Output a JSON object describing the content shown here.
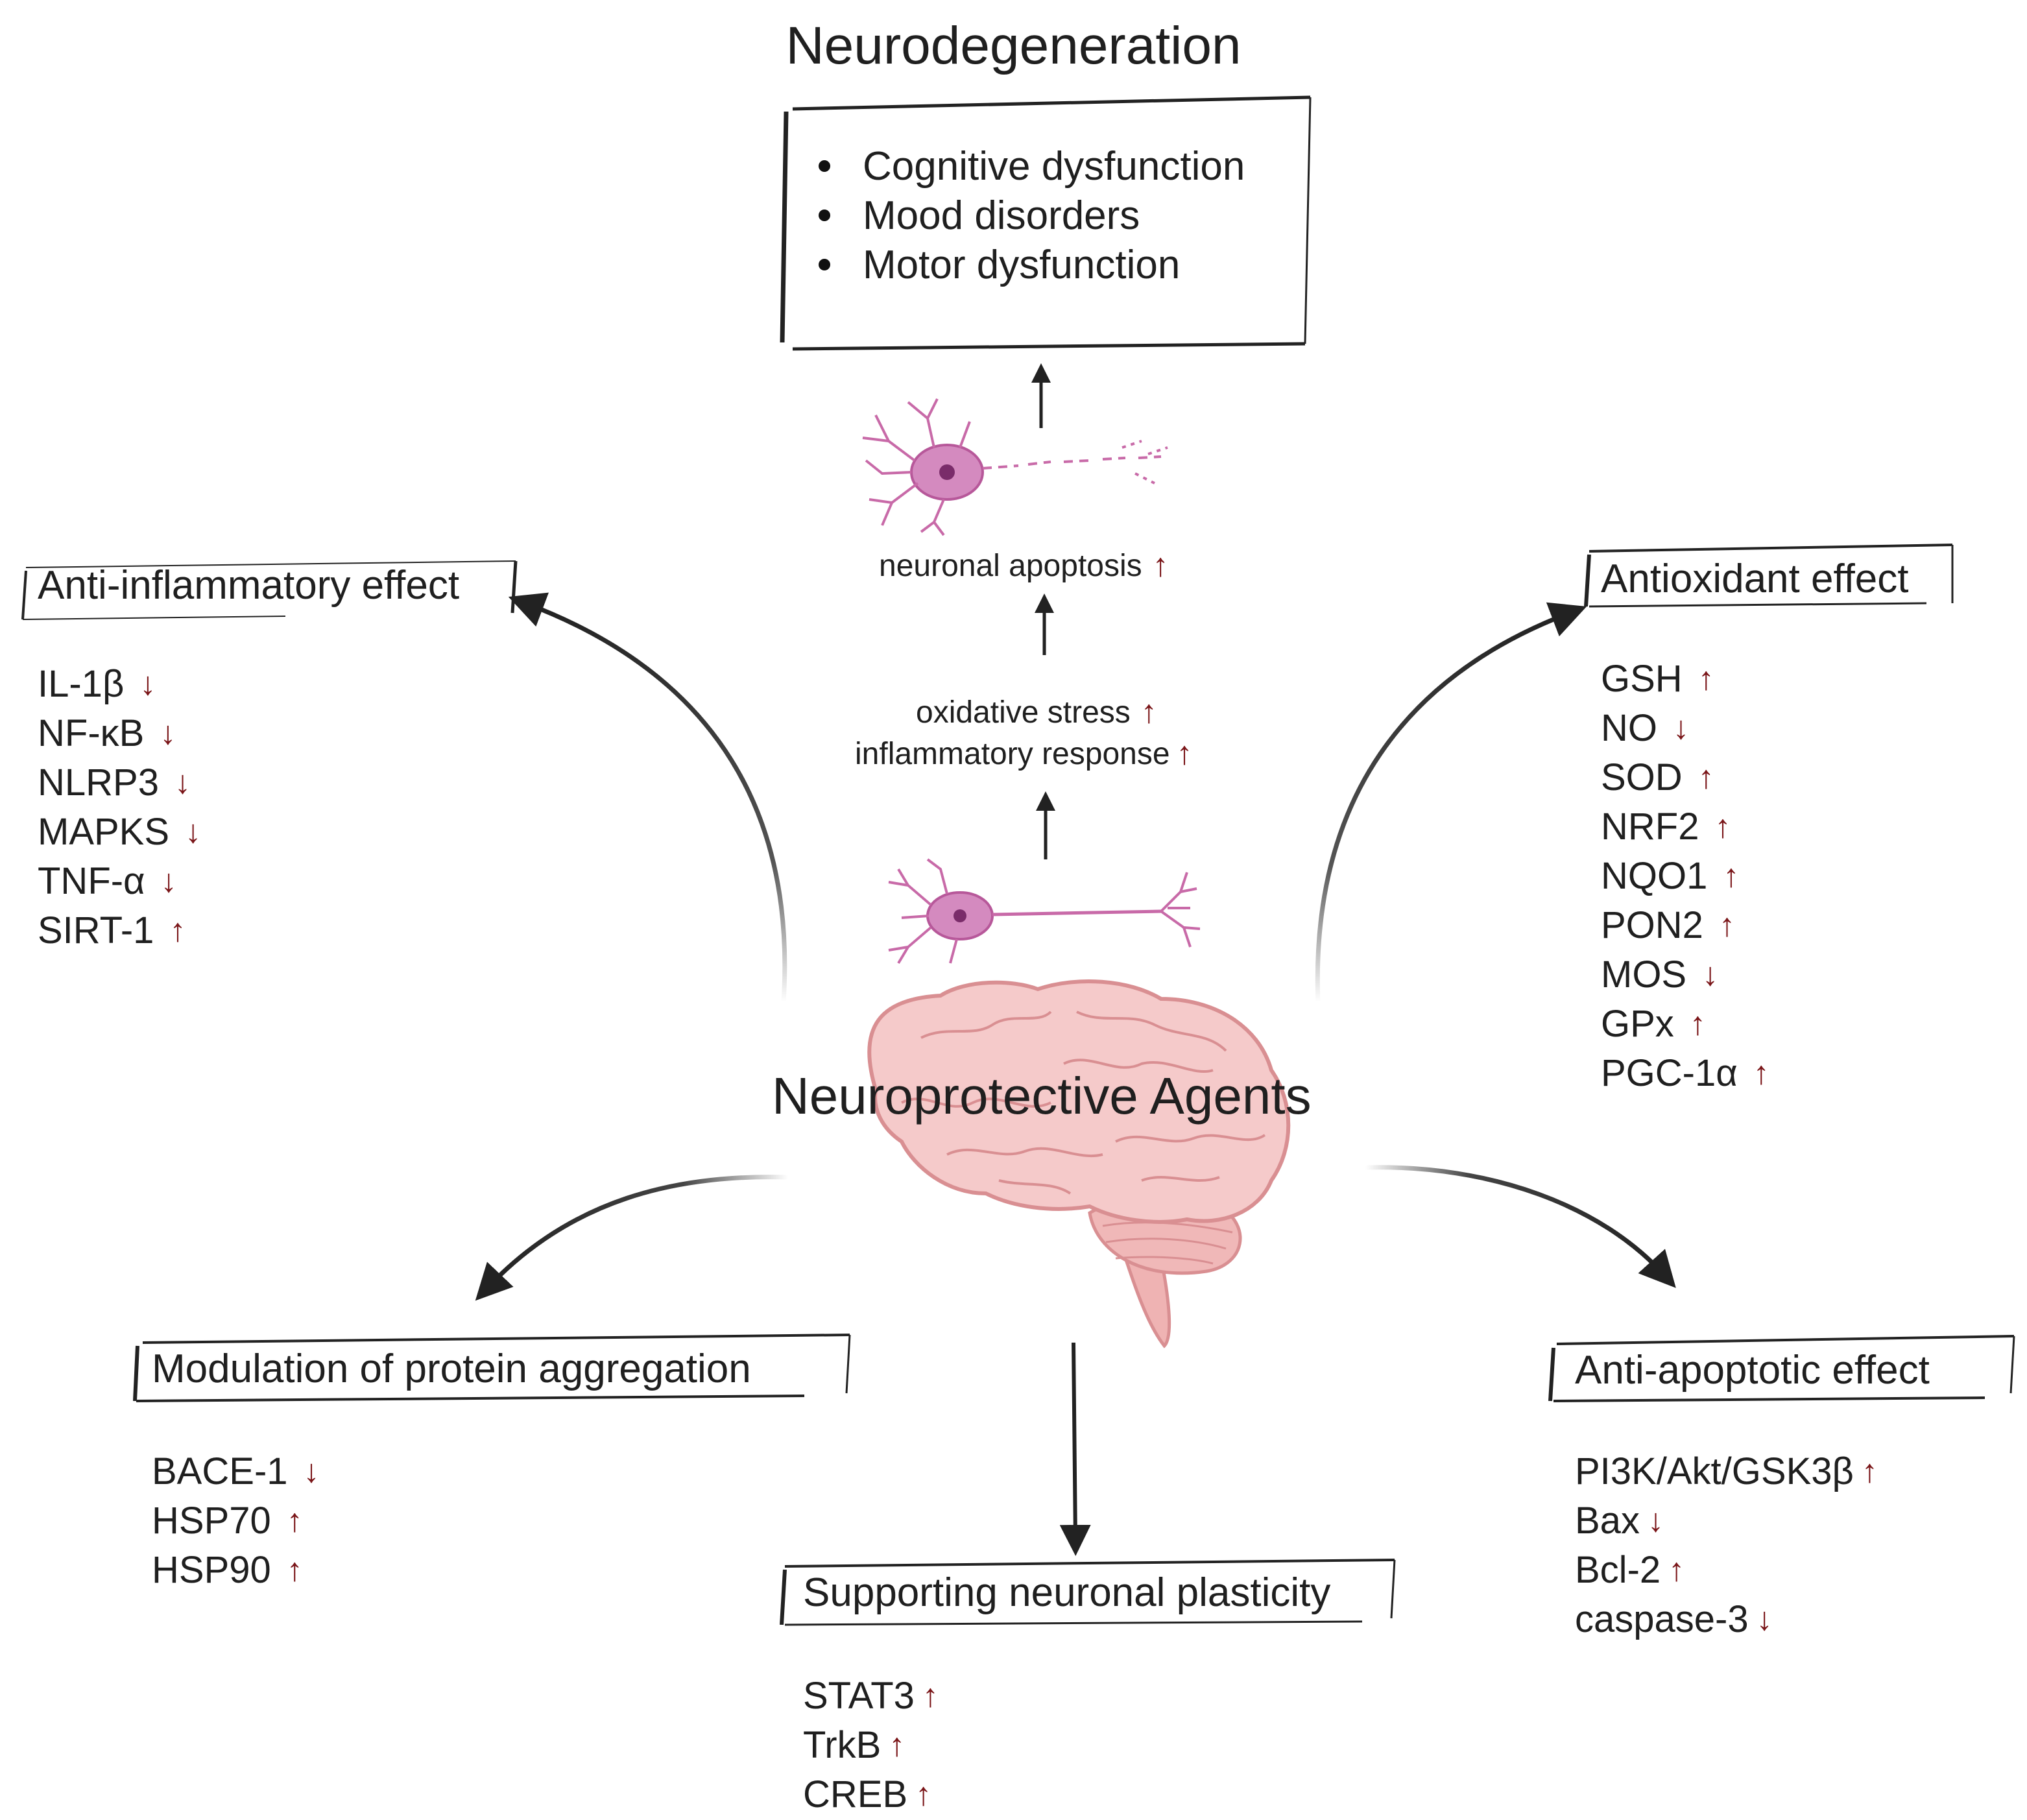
{
  "title": "Neurodegeneration",
  "symptoms": [
    "Cognitive dysfunction",
    "Mood disorders",
    "Motor dysfunction"
  ],
  "pathway": {
    "apoptosis": {
      "label": "neuronal apoptosis",
      "arrow": "↑"
    },
    "stress": {
      "label": "oxidative stress",
      "arrow": "↑"
    },
    "inflammation": {
      "label": "inflammatory response",
      "arrow": "↑"
    }
  },
  "center_label": "Neuroprotective Agents",
  "effects": {
    "anti_inflammatory": {
      "title": "Anti-inflammatory effect",
      "items": [
        {
          "name": "IL-1β",
          "arrow": "↓"
        },
        {
          "name": "NF-κB",
          "arrow": "↓"
        },
        {
          "name": "NLRP3",
          "arrow": "↓"
        },
        {
          "name": "MAPKS",
          "arrow": "↓"
        },
        {
          "name": "TNF-α",
          "arrow": "↓"
        },
        {
          "name": "SIRT-1",
          "arrow": "↑"
        }
      ]
    },
    "antioxidant": {
      "title": "Antioxidant effect",
      "items": [
        {
          "name": "GSH",
          "arrow": "↑"
        },
        {
          "name": "NO",
          "arrow": "↓"
        },
        {
          "name": "SOD",
          "arrow": "↑"
        },
        {
          "name": "NRF2",
          "arrow": "↑"
        },
        {
          "name": "NQO1",
          "arrow": "↑"
        },
        {
          "name": "PON2",
          "arrow": "↑"
        },
        {
          "name": "MOS",
          "arrow": "↓"
        },
        {
          "name": "GPx",
          "arrow": "↑"
        },
        {
          "name": "PGC-1α",
          "arrow": "↑"
        }
      ]
    },
    "protein_aggregation": {
      "title": "Modulation of protein aggregation",
      "items": [
        {
          "name": "BACE-1",
          "arrow": "↓"
        },
        {
          "name": "HSP70",
          "arrow": "↑"
        },
        {
          "name": "HSP90",
          "arrow": "↑"
        }
      ]
    },
    "plasticity": {
      "title": "Supporting neuronal plasticity",
      "items": [
        {
          "name": "STAT3",
          "arrow": "↑"
        },
        {
          "name": "TrkB",
          "arrow": "↑"
        },
        {
          "name": "CREB",
          "arrow": "↑"
        }
      ]
    },
    "anti_apoptotic": {
      "title": "Anti-apoptotic effect",
      "items": [
        {
          "name": "PI3K/Akt/GSK3β",
          "arrow": "↑"
        },
        {
          "name": "Bax",
          "arrow": "↓"
        },
        {
          "name": "Bcl-2",
          "arrow": "↑"
        },
        {
          "name": "caspase-3",
          "arrow": "↓"
        }
      ]
    }
  },
  "colors": {
    "arrow_red": "#7a1518",
    "brain_fill": "#f2c3c3",
    "brain_stroke": "#d98f92",
    "neuron": "#c86aa8"
  }
}
